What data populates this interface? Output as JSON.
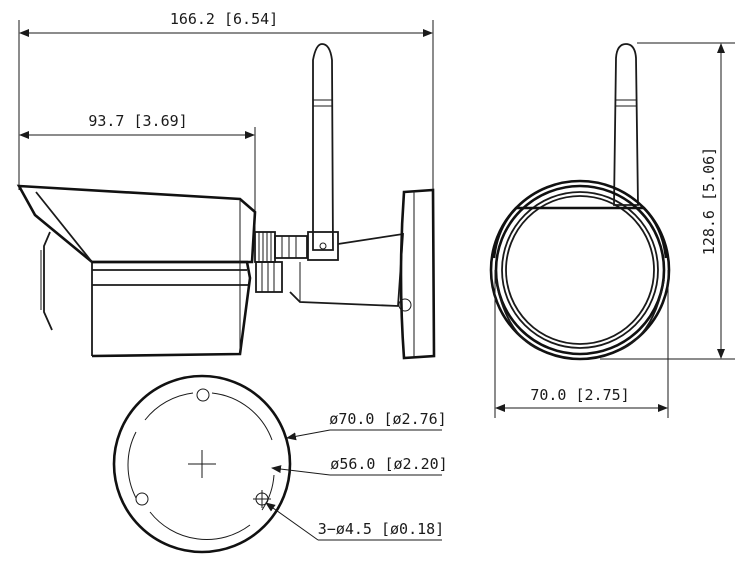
{
  "dimensions": {
    "overall_length": "166.2 [6.54]",
    "body_length": "93.7 [3.69]",
    "height": "128.6 [5.06]",
    "front_width": "70.0 [2.75]",
    "base_diameter": "ø70.0 [ø2.76]",
    "hole_circle_diameter": "ø56.0 [ø2.20]",
    "mount_holes": "3−ø4.5 [ø0.18]"
  },
  "colors": {
    "line": "#1a1a1a",
    "background": "#ffffff"
  }
}
